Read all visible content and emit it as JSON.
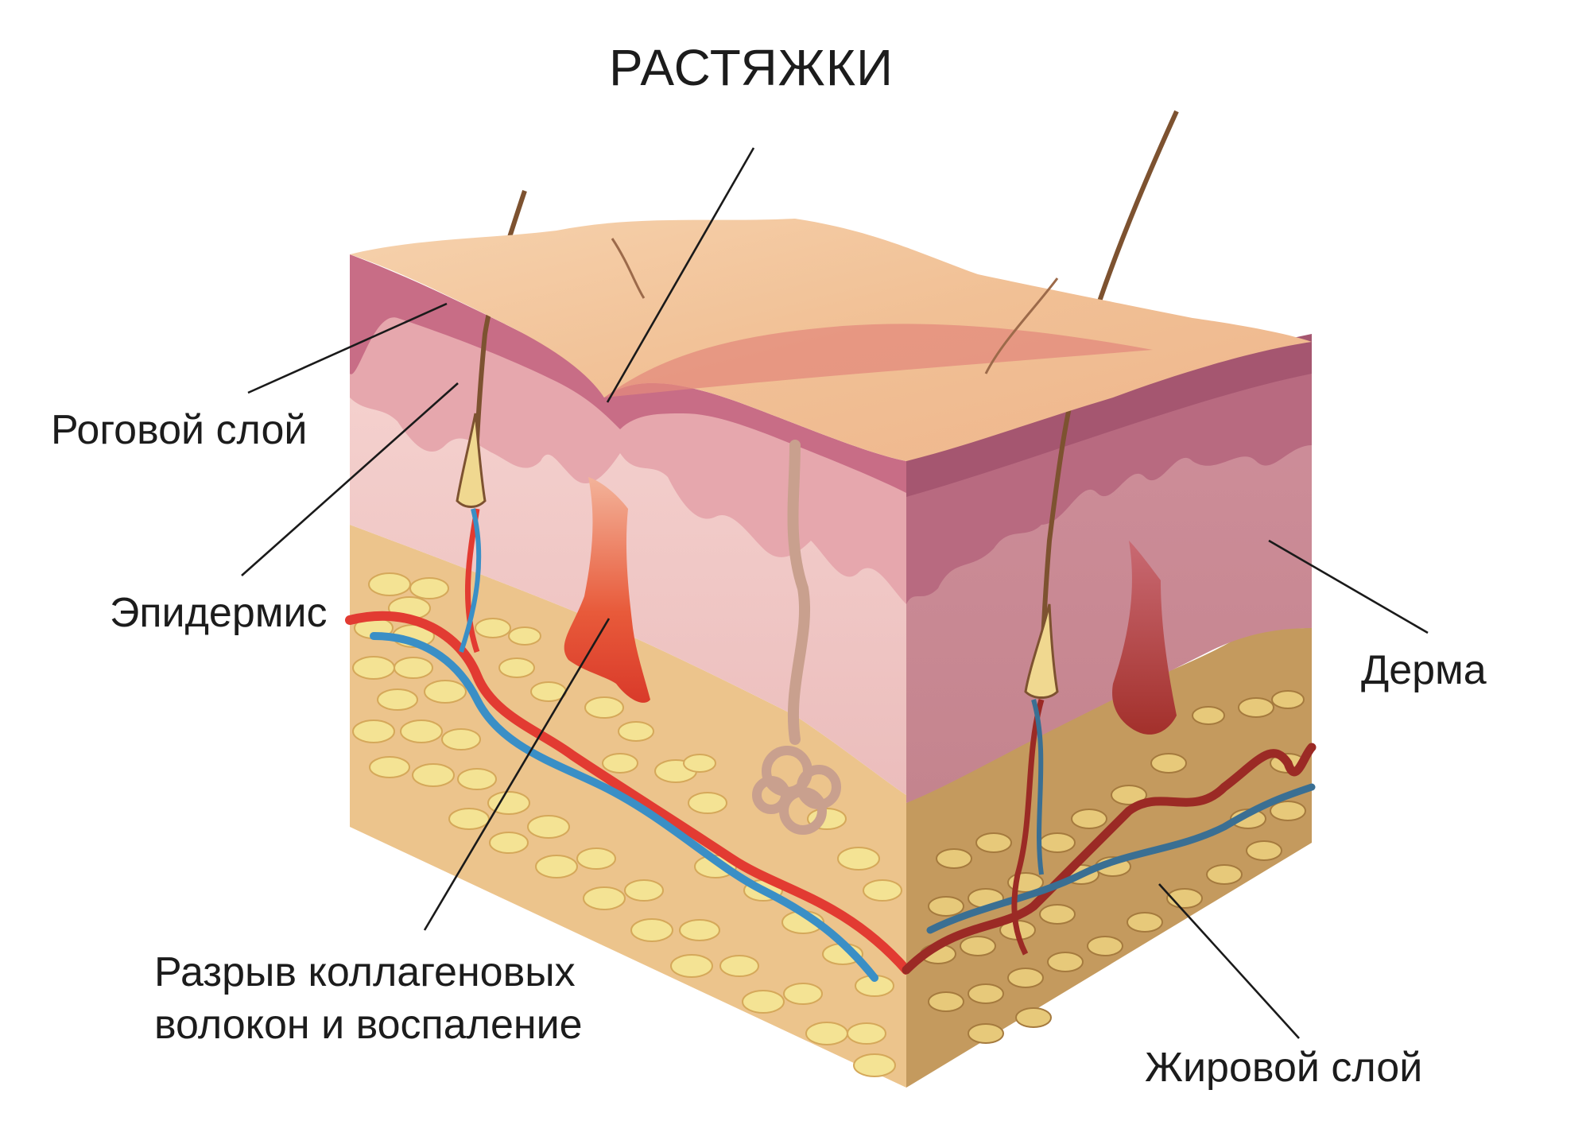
{
  "title": "РАСТЯЖКИ",
  "labels": {
    "horny_layer": "Роговой слой",
    "epidermis": "Эпидермис",
    "dermis": "Дерма",
    "collagen_rupture_line1": "Разрыв коллагеновых",
    "collagen_rupture_line2": "волокон и воспаление",
    "fat_layer": "Жировой слой"
  },
  "colors": {
    "skin_top": "#f3c79e",
    "horny_layer": "#c8728a",
    "epidermis": "#e4a4ad",
    "dermis": "#eec8c6",
    "fat_tissue": "#d9a866",
    "fat_cells": "#f2e08e",
    "artery": "#e23b32",
    "vein": "#3a8fc6",
    "inflammation": "#e8452f"
  }
}
